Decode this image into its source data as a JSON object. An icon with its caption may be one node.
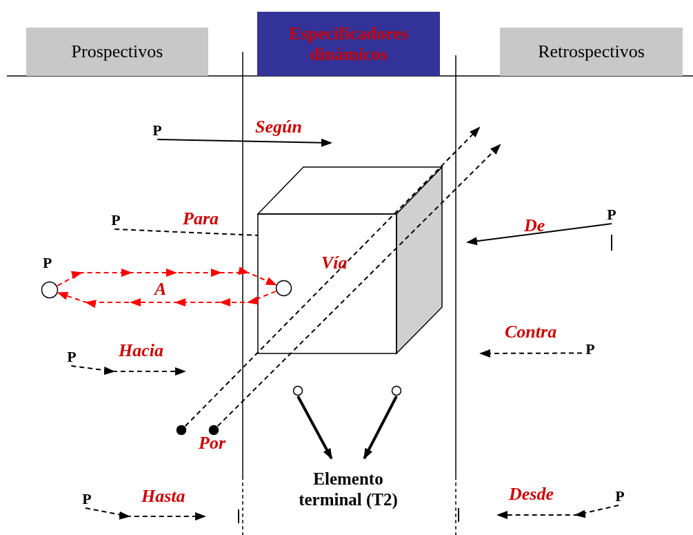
{
  "diagram": {
    "nodes": [
      {
        "text": [
          "Prospectivos"
        ]
      },
      {
        "text": [
          "Especificadores dinámicos"
        ]
      },
      {
        "text": [
          "Retrospectivos"
        ]
      },
      {
        "text": [
          "P"
        ]
      },
      {
        "text": [],
        "shape": "box"
      },
      {
        "text": [
          "P"
        ]
      },
      {
        "text": [],
        "shape": "circle",
        "beside": [
          "P"
        ]
      },
      {
        "text": [],
        "shape": "circle",
        "in": 4
      },
      {
        "text": [
          "P"
        ]
      },
      {
        "text": [],
        "shape": "circle"
      },
      {
        "text": [],
        "shape": "circle",
        "beside": [
          "Por"
        ]
      },
      {
        "text": [
          "P"
        ]
      },
      {
        "text": [
          "P"
        ]
      },
      {
        "text": [
          "P"
        ]
      },
      {
        "text": [
          "P"
        ]
      },
      {
        "text": [],
        "shape": "circle"
      },
      {
        "text": [],
        "shape": "circle"
      },
      {
        "text": [
          "Elemento terminal (T2)"
        ]
      }
    ],
    "edges": [
      {
        "from": 3,
        "to": null,
        "arrow": "to",
        "label": "Según"
      },
      {
        "from": 5,
        "to": 4,
        "arrow": "none",
        "label": "Para",
        "style": "dashed"
      },
      {
        "from": 6,
        "to": 7,
        "arrow": "to",
        "label": "A",
        "style": "dashed",
        "color": "#ff0000"
      },
      {
        "from": 7,
        "to": 6,
        "arrow": "to",
        "style": "dashed",
        "color": "#ff0000"
      },
      {
        "from": 9,
        "to": null,
        "arrow": "to",
        "style": "dashed"
      },
      {
        "from": 10,
        "to": null,
        "arrow": "to",
        "style": "dashed"
      },
      {
        "from": 8,
        "to": null,
        "arrow": "to",
        "label": "Hacia",
        "style": "dashed"
      },
      {
        "from": 11,
        "to": null,
        "arrow": "to",
        "label": "Hasta",
        "style": "dashed"
      },
      {
        "from": 12,
        "to": null,
        "arrow": "to",
        "label": "De"
      },
      {
        "from": 13,
        "to": null,
        "arrow": "to",
        "label": "Contra",
        "style": "dashed"
      },
      {
        "from": 14,
        "to": null,
        "arrow": "to",
        "label": "Desde",
        "style": "dashed"
      },
      {
        "from": 15,
        "to": 17,
        "arrow": "to",
        "style": "thick"
      },
      {
        "from": 16,
        "to": 17,
        "arrow": "to",
        "style": "thick"
      }
    ],
    "labels": [
      "Vía"
    ]
  }
}
